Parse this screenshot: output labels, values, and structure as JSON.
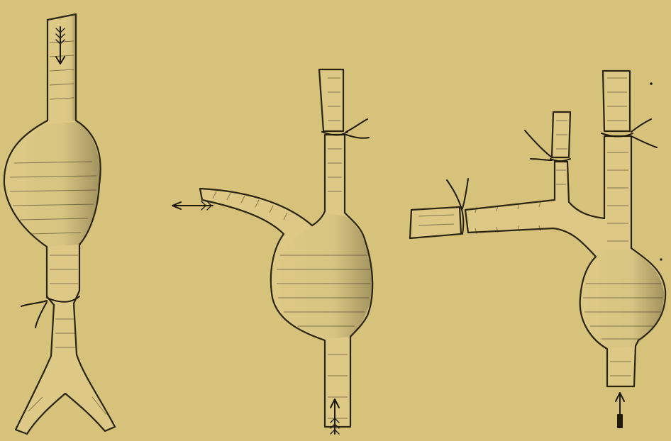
{
  "plate": {
    "background_color": "#d6c27a",
    "ink_color": "#1f1a0c",
    "vessel_fill_color": "#ddc985"
  },
  "figures": [
    {
      "id": "figure-1",
      "elements": [
        "vessel",
        "aneurysm-sac",
        "ligature",
        "bifurcation",
        "flow-arrow-down"
      ]
    },
    {
      "id": "figure-2",
      "elements": [
        "vessel",
        "aneurysm-sac",
        "ligature",
        "branch-left",
        "flow-arrow-left",
        "flow-arrow-up"
      ]
    },
    {
      "id": "figure-3",
      "elements": [
        "vessel",
        "aneurysm-sac",
        "ligature-main",
        "ligature-branch-upper",
        "ligature-branch-left",
        "branch",
        "flow-arrow-up"
      ]
    }
  ]
}
